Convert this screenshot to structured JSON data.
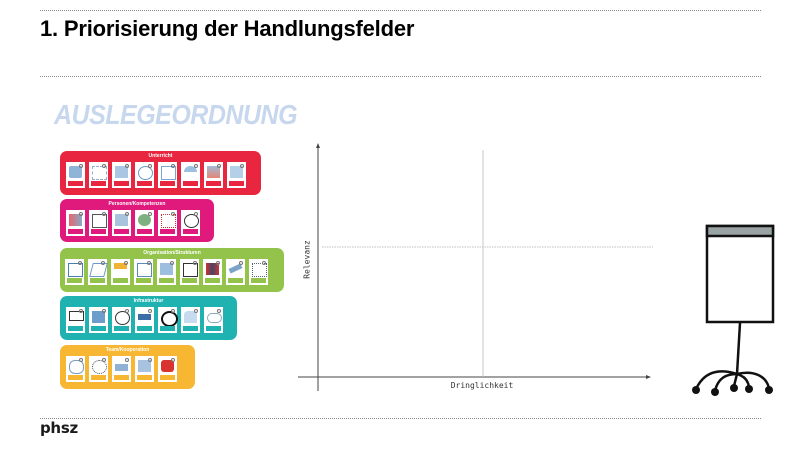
{
  "slide": {
    "title": "1. Priorisierung der Handlungsfelder",
    "section_heading": "AUSLEGEORDNUNG",
    "footer_logo": "phsz"
  },
  "groups": [
    {
      "label": "Unterricht",
      "color": "#e8263f",
      "card_count": 8
    },
    {
      "label": "Personen/Kompetenzen",
      "color": "#e0197d",
      "card_count": 6
    },
    {
      "label": "Organisation/Strukturen",
      "color": "#93c34b",
      "card_count": 9
    },
    {
      "label": "Infrastruktur",
      "color": "#1fb2b0",
      "card_count": 7
    },
    {
      "label": "Team/Kooperation",
      "color": "#f7b733",
      "card_count": 5
    }
  ],
  "chart_data": {
    "type": "scatter",
    "title": "",
    "xlabel": "Dringlichkeit",
    "ylabel": "Relevanz",
    "quadrant_dividers": {
      "x": 0.5,
      "y": 0.6
    },
    "grid": false,
    "points": []
  },
  "illustration": {
    "name": "flipchart"
  }
}
